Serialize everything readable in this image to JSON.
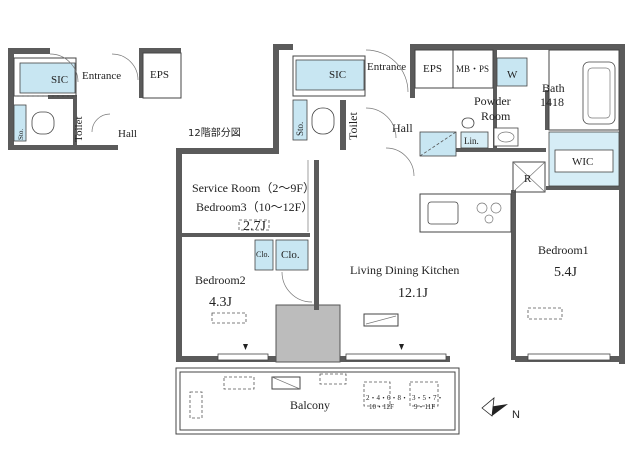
{
  "inset": {
    "sic": "SIC",
    "entrance": "Entrance",
    "eps": "EPS",
    "sto": "Sto.",
    "toilet": "Toilet",
    "hall": "Hall",
    "floor_note": "12階部分図"
  },
  "rooms": {
    "sic": "SIC",
    "entrance": "Entrance",
    "eps": "EPS",
    "mbps": "MB・PS",
    "w": "W",
    "bath": "Bath",
    "bath_size": "1418",
    "powder_room_1": "Powder",
    "powder_room_2": "Room",
    "sto": "Sto.",
    "toilet": "Toilet",
    "hall": "Hall",
    "lin": "Lin.",
    "wic": "WIC",
    "r": "R",
    "service_room_1": "Service Room（2～9F）",
    "service_room_2": "Bedroom3（10～12F）",
    "service_room_size": "2.7J",
    "clo1": "Clo.",
    "clo2": "Clo.",
    "bedroom2": "Bedroom2",
    "bedroom2_size": "4.3J",
    "ldk": "Living Dining Kitchen",
    "ldk_size": "12.1J",
    "bedroom1": "Bedroom1",
    "bedroom1_size": "5.4J",
    "balcony": "Balcony",
    "balcony_note1_a": "2・4・6・8・",
    "balcony_note1_b": "10・12F",
    "balcony_note2_a": "3・5・7・",
    "balcony_note2_b": "9・11F"
  },
  "compass": {
    "label": "N"
  }
}
